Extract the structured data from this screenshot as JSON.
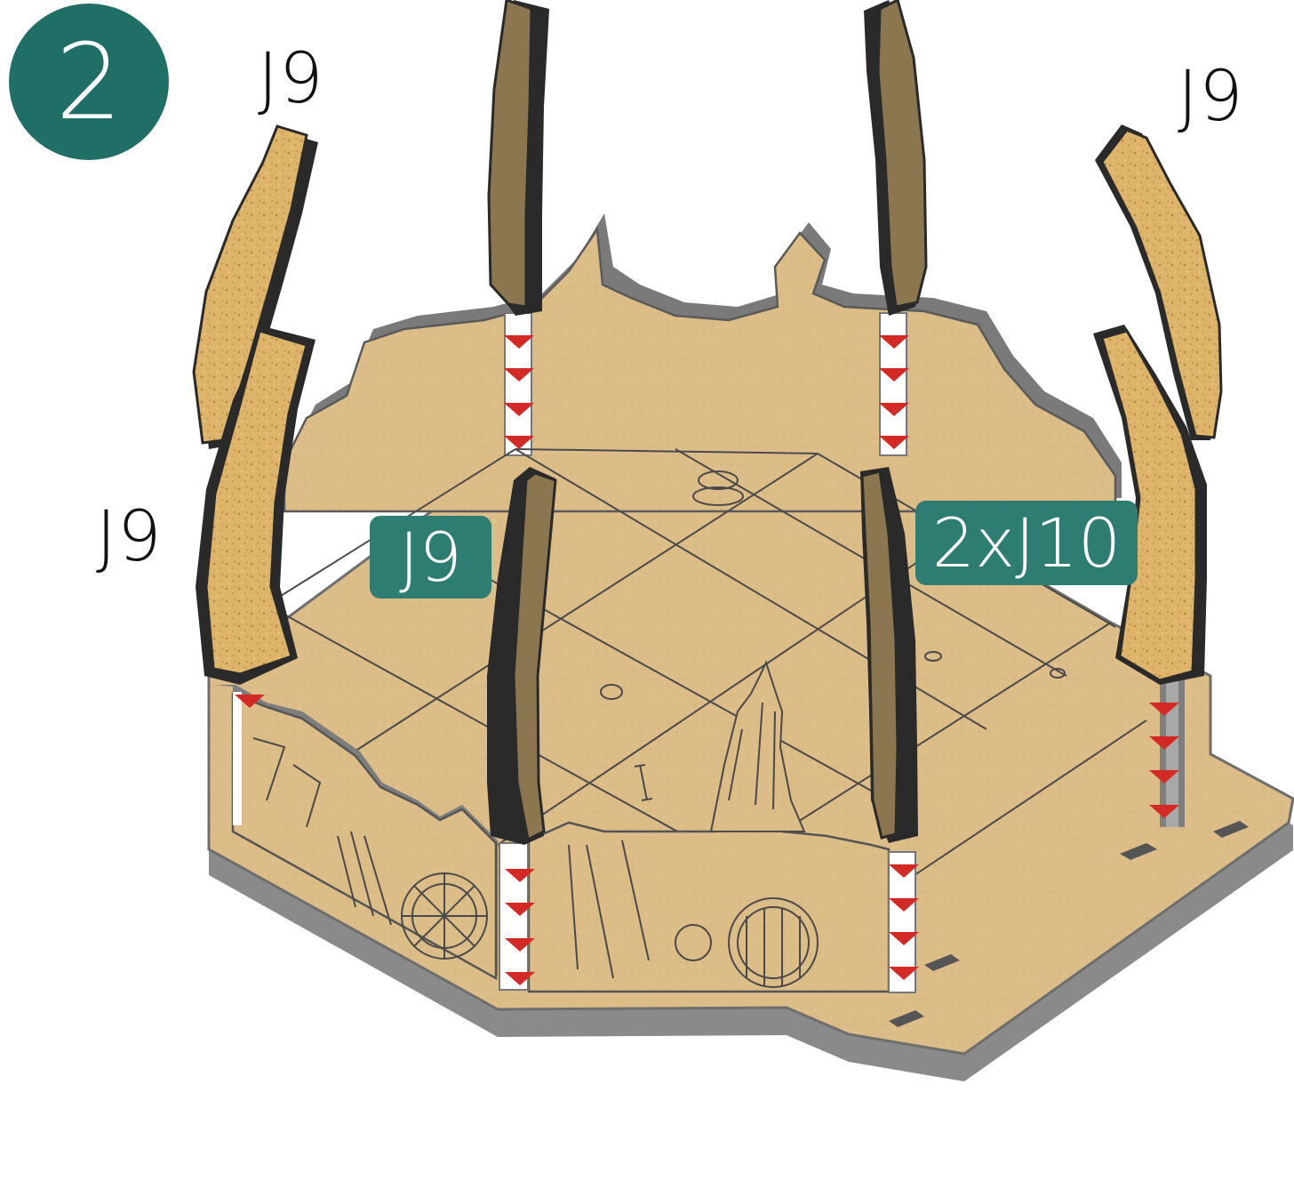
{
  "step": {
    "number": "2",
    "badge_color": "#1f6f67"
  },
  "labels": {
    "top_left": "J9",
    "top_right": "J9",
    "left": "J9",
    "front_left": "J9",
    "front_right": "2xJ10"
  },
  "colors": {
    "mdf": "#dcbd88",
    "mdf_edge": "#7c7c7c",
    "cork": "#ddb46a",
    "wood": "#8b7650",
    "wood_edge": "#2a2a2a",
    "arrow": "#d42a25",
    "tag": "#2d7d72"
  },
  "icons": [
    "down-arrow-icon"
  ]
}
